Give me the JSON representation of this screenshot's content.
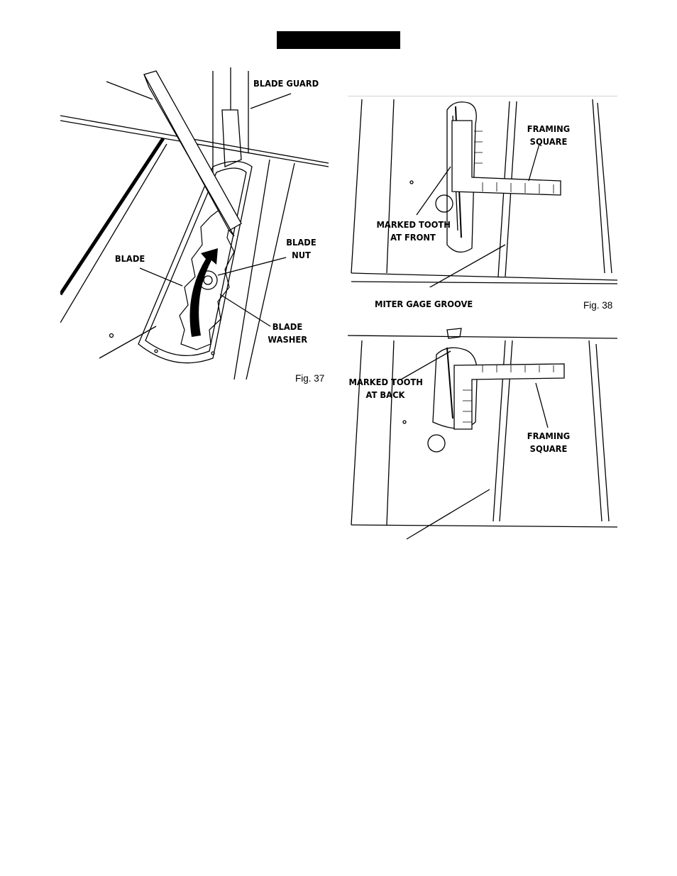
{
  "fig37": {
    "caption": "Fig. 37",
    "labels": {
      "blade_guard": "BLADE GUARD",
      "blade": "BLADE",
      "blade_nut_1": "BLADE",
      "blade_nut_2": "NUT",
      "blade_washer_1": "BLADE",
      "blade_washer_2": "WASHER"
    }
  },
  "fig38": {
    "caption": "Fig. 38",
    "labels": {
      "framing_square_1": "FRAMING",
      "framing_square_2": "SQUARE",
      "marked_tooth_1": "MARKED TOOTH",
      "marked_tooth_2": "AT FRONT",
      "miter_gage_groove": "MITER GAGE GROOVE"
    }
  },
  "fig39": {
    "labels": {
      "marked_tooth_1": "MARKED TOOTH",
      "marked_tooth_2": "AT BACK",
      "framing_square_1": "FRAMING",
      "framing_square_2": "SQUARE"
    }
  }
}
